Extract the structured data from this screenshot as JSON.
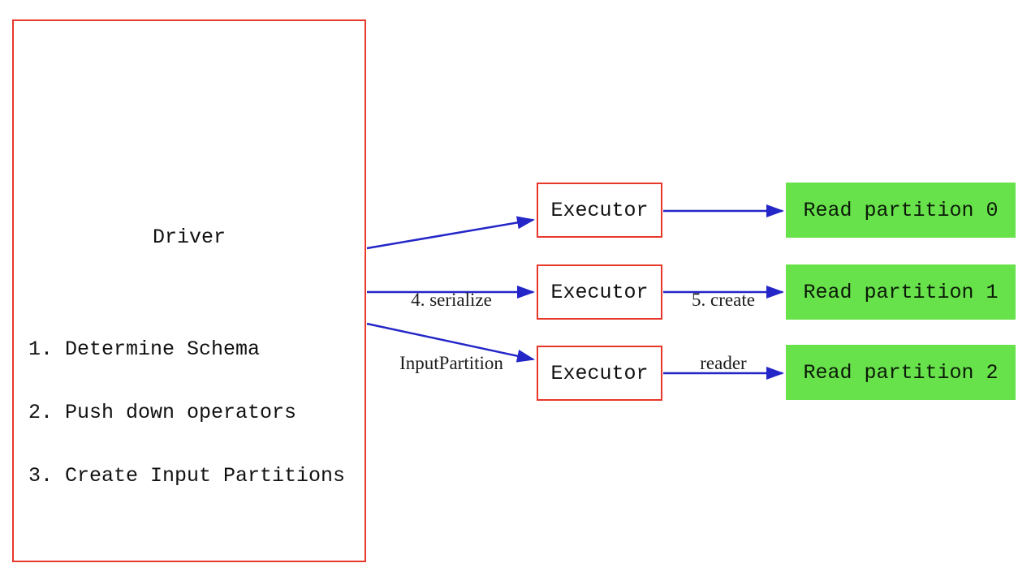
{
  "diagram": {
    "driver": {
      "title": "Driver",
      "steps": [
        "1. Determine Schema",
        "2. Push down operators",
        "3. Create Input Partitions"
      ]
    },
    "executors": [
      {
        "label": "Executor"
      },
      {
        "label": "Executor"
      },
      {
        "label": "Executor"
      }
    ],
    "partitions": [
      {
        "label": "Read partition 0"
      },
      {
        "label": "Read partition 1"
      },
      {
        "label": "Read partition 2"
      }
    ],
    "edge_labels": {
      "serialize": {
        "line1": "4. serialize",
        "line2": "InputPartition"
      },
      "create_reader": {
        "line1": "5. create",
        "line2": "reader"
      }
    },
    "colors": {
      "box_border_red": "#e8372b",
      "arrow_blue": "#2426c8",
      "partition_green": "#68e24b",
      "text": "#111111",
      "background": "#ffffff"
    }
  }
}
